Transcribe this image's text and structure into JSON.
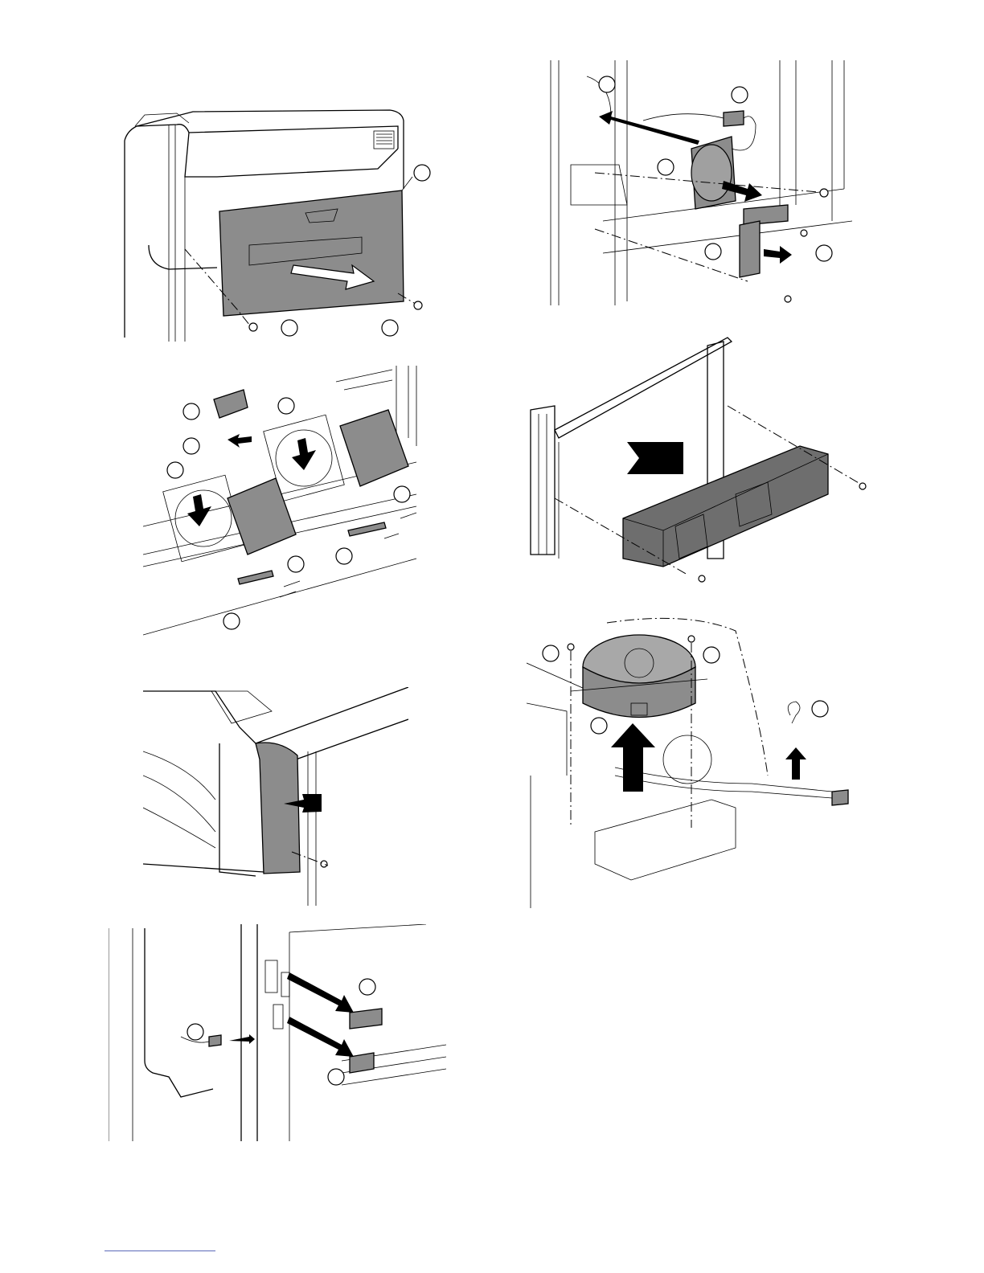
{
  "page": {
    "figures": [
      {
        "id": "fig-rear-cover",
        "description_icon": "rear-cover-removal-icon"
      },
      {
        "id": "fig-fan-units",
        "description_icon": "fan-unit-removal-icon"
      },
      {
        "id": "fig-side-cover",
        "description_icon": "side-cover-removal-icon"
      },
      {
        "id": "fig-connectors",
        "description_icon": "connector-disconnect-icon"
      },
      {
        "id": "fig-motor-bracket",
        "description_icon": "motor-bracket-removal-icon"
      },
      {
        "id": "fig-frame-unit",
        "description_icon": "frame-unit-removal-icon"
      },
      {
        "id": "fig-drive-motor",
        "description_icon": "drive-motor-removal-icon"
      }
    ]
  },
  "colors": {
    "part_fill": "#8c8c8c",
    "line": "#000000",
    "footer_rule": "#5a6ab8"
  }
}
